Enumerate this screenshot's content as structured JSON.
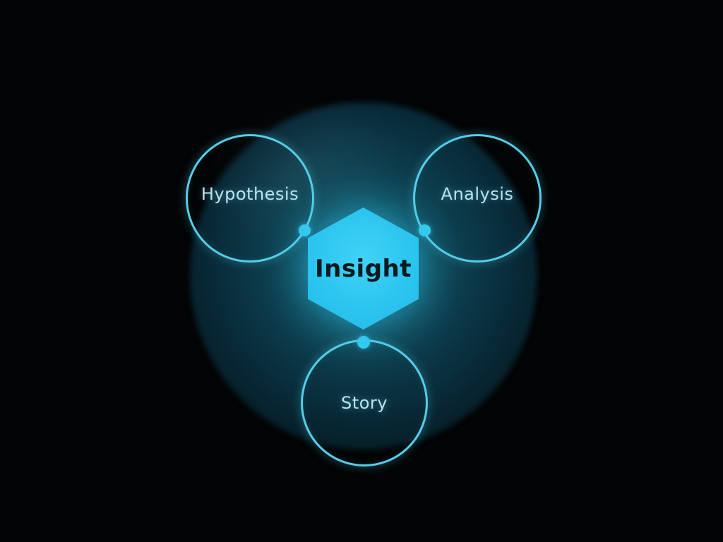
{
  "diagram": {
    "type": "process-diagram",
    "center": {
      "label": "Insight",
      "shape": "hexagon"
    },
    "nodes": [
      {
        "label": "Hypothesis",
        "position": "top-left",
        "shape": "circle-outline"
      },
      {
        "label": "Analysis",
        "position": "top-right",
        "shape": "circle-outline"
      },
      {
        "label": "Story",
        "position": "bottom",
        "shape": "circle-outline"
      }
    ],
    "connectors": [
      {
        "from": "Hypothesis",
        "to": "Insight",
        "style": "dot"
      },
      {
        "from": "Analysis",
        "to": "Insight",
        "style": "dot"
      },
      {
        "from": "Story",
        "to": "Insight",
        "style": "dot"
      }
    ],
    "colors": {
      "background": "#020405",
      "ambient_glow_core": "#166074",
      "hexagon_fill": "#2cc5ef",
      "hexagon_text": "#0c1a20",
      "circle_stroke": "#55cee9",
      "node_text": "#b6e6f2",
      "connector_dot": "#33c9ef"
    }
  }
}
